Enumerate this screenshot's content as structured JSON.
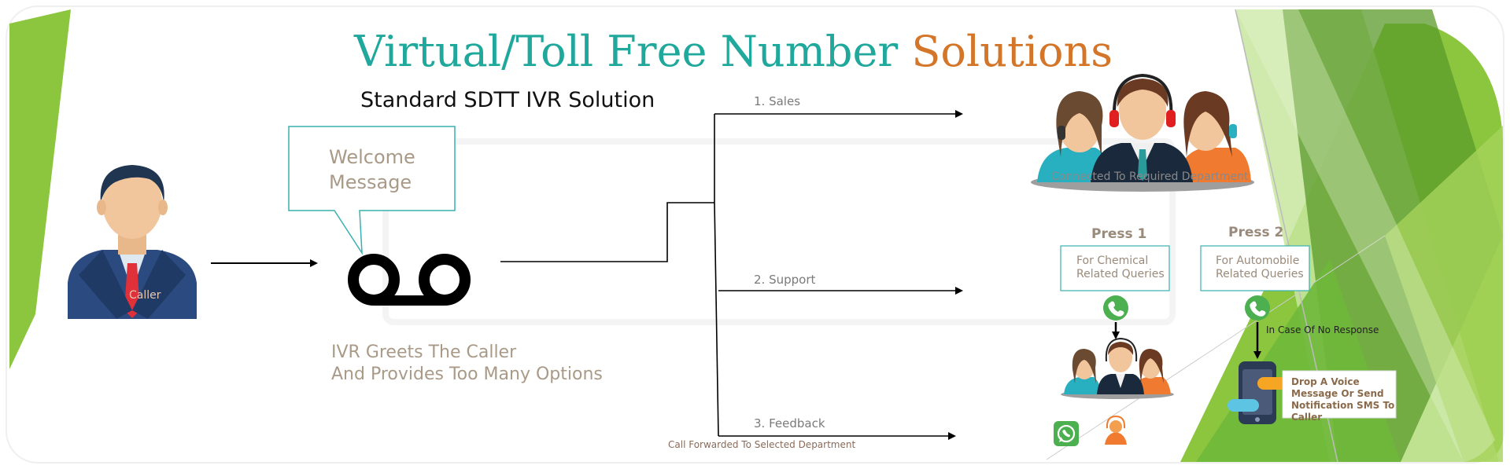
{
  "title": {
    "part1": "Virtual/Toll Free Number",
    "part2": "Solutions"
  },
  "subtitle": "Standard SDTT IVR Solution",
  "caller": {
    "label": "Caller"
  },
  "welcome_bubble": {
    "text": "Welcome Message"
  },
  "ivr_caption": {
    "line1": "IVR Greets The Caller",
    "line2": "And Provides Too Many Options"
  },
  "options": [
    {
      "label": "1. Sales"
    },
    {
      "label": "2. Support"
    },
    {
      "label": "3. Feedback"
    }
  ],
  "forward_note": "Call Forwarded To Selected Department",
  "agents_caption": "Connected To Required Department",
  "press_options": [
    {
      "label": "Press 1",
      "description": "For Chemical Related Queries"
    },
    {
      "label": "Press 2",
      "description": "For Automobile Related Queries"
    }
  ],
  "no_response_label": "In Case Of No Response",
  "voice_message_note": "Drop A Voice Message Or Send Notification SMS To Caller",
  "colors": {
    "teal": "#1fa89b",
    "orange": "#d4762a",
    "green": "#8cc63f",
    "dark_green": "#5a9a2a",
    "phone_green": "#4caf50"
  },
  "icons": [
    "voicemail-icon",
    "phone-green-icon",
    "whatsapp-icon",
    "support-agent-icon",
    "mobile-phone-icon",
    "chat-bubble-icon"
  ]
}
